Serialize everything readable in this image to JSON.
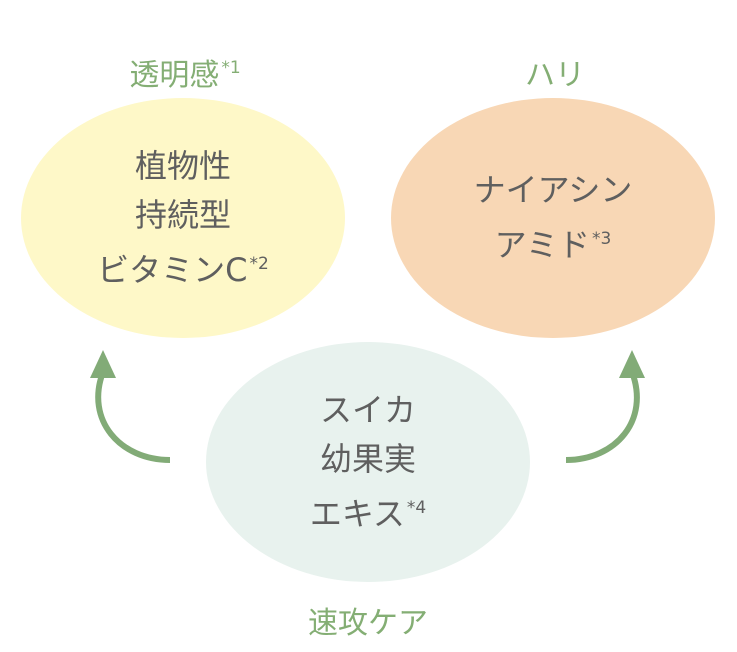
{
  "colors": {
    "yellow": "#FEF8C8",
    "orange": "#F8D7B5",
    "green": "#E8F2EE",
    "label": "#84AE74",
    "arrow": "#82AB77"
  },
  "labels": {
    "left": "透明感",
    "left_note": "*1",
    "right": "ハリ",
    "bottom": "速攻ケア"
  },
  "left_circle": {
    "line1": "植物性",
    "line2": "持続型",
    "line3": "ビタミンC",
    "note": "*2"
  },
  "right_circle": {
    "line1": "ナイアシン",
    "line2": "アミド",
    "note": "*3"
  },
  "bottom_circle": {
    "line1": "スイカ",
    "line2": "幼果実",
    "line3": "エキス",
    "note": "*4"
  }
}
